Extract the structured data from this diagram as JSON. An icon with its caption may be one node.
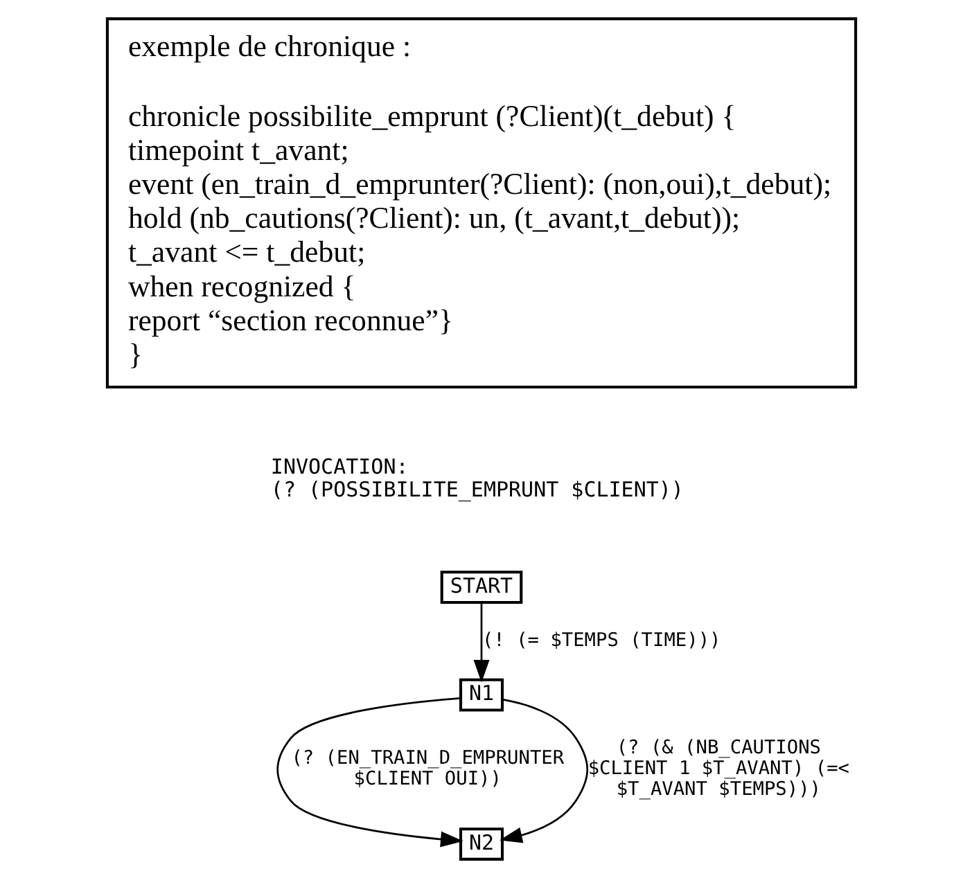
{
  "diagram": {
    "nodes": [
      {
        "text": [
          "exemple de chronique :",
          "chronicle possibilite_emprunt (?Client)(t_debut) {",
          "timepoint t_avant;",
          "event (en_train_d_emprunter(?Client): (non,oui),t_debut);",
          "hold (nb_cautions(?Client): un, (t_avant,t_debut));",
          "t_avant <= t_debut;",
          "when recognized {",
          "report “section reconnue”}",
          "}"
        ]
      },
      {
        "text": [
          "START"
        ]
      },
      {
        "text": [
          "N1"
        ]
      },
      {
        "text": [
          "N2"
        ]
      }
    ],
    "edges": [
      {
        "from": 1,
        "to": 2,
        "arrow": "to",
        "label": "(! (= $TEMPS (TIME)))"
      },
      {
        "from": 2,
        "to": 3,
        "arrow": "to",
        "label": "(? (EN_TRAIN_D_EMPRUNTER $CLIENT OUI))"
      },
      {
        "from": 2,
        "to": 3,
        "arrow": "to",
        "label": "(? (& (NB_CAUTIONS $CLIENT 1 $T_AVANT) (=< $T_AVANT $TEMPS)))"
      }
    ],
    "labels": [
      "INVOCATION:",
      "(? (POSSIBILITE_EMPRUNT $CLIENT))"
    ]
  }
}
